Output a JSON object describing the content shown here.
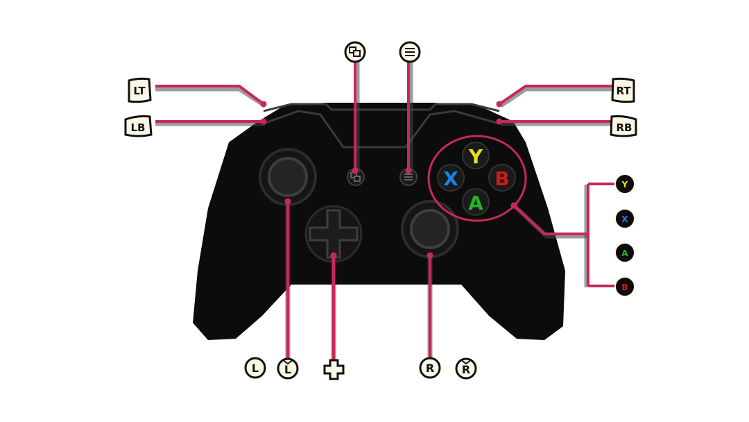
{
  "colors": {
    "line": "#c8285a",
    "body": "#0c0c0c",
    "label_bg": "#fbf6e6",
    "y": "#e7dc1e",
    "x": "#1a82e6",
    "b": "#cc1a1a",
    "a": "#22b422"
  },
  "face_buttons": {
    "y": "Y",
    "x": "X",
    "b": "B",
    "a": "A"
  },
  "labels": {
    "lt": "LT",
    "lb": "LB",
    "rt": "RT",
    "rb": "RB",
    "view_icon": "view-icon",
    "menu_icon": "menu-icon",
    "legend_y": "Y",
    "legend_x": "X",
    "legend_a": "A",
    "legend_b": "B",
    "l": "L",
    "l_click": "L",
    "dpad_icon": "dpad-icon",
    "r": "R",
    "r_click": "R"
  }
}
